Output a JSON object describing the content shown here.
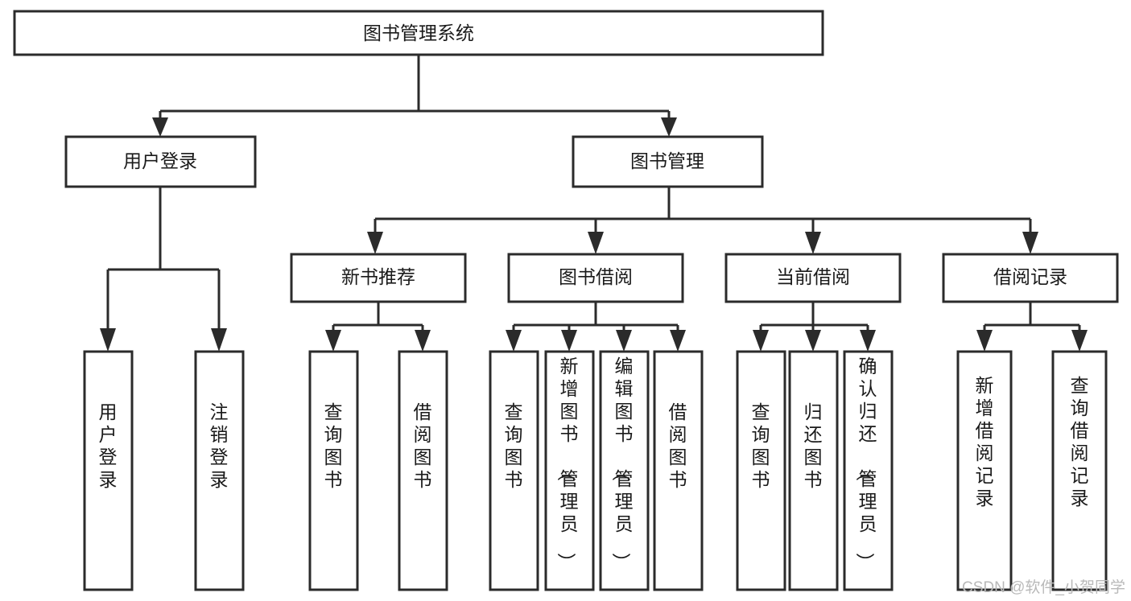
{
  "diagram": {
    "type": "function-structure-tree",
    "title": "图书管理系统",
    "root": {
      "id": "root",
      "label": "图书管理系统"
    },
    "level2": [
      {
        "id": "user-login",
        "label": "用户登录"
      },
      {
        "id": "book-manage",
        "label": "图书管理"
      }
    ],
    "level3": [
      {
        "id": "new-book-rec",
        "label": "新书推荐",
        "parent": "book-manage"
      },
      {
        "id": "book-borrow",
        "label": "图书借阅",
        "parent": "book-manage"
      },
      {
        "id": "current-borrow",
        "label": "当前借阅",
        "parent": "book-manage"
      },
      {
        "id": "borrow-record",
        "label": "借阅记录",
        "parent": "book-manage"
      }
    ],
    "leaves": [
      {
        "id": "leaf-user-login",
        "label": "用户登录",
        "parent": "user-login"
      },
      {
        "id": "leaf-logout-login",
        "label": "注销登录",
        "parent": "user-login"
      },
      {
        "id": "leaf-query-book-1",
        "label": "查询图书",
        "parent": "new-book-rec"
      },
      {
        "id": "leaf-borrow-book-1",
        "label": "借阅图书",
        "parent": "new-book-rec"
      },
      {
        "id": "leaf-query-book-2",
        "label": "查询图书",
        "parent": "book-borrow"
      },
      {
        "id": "leaf-add-book",
        "label": "新增图书（管理员）",
        "parent": "book-borrow"
      },
      {
        "id": "leaf-edit-book",
        "label": "编辑图书（管理员）",
        "parent": "book-borrow"
      },
      {
        "id": "leaf-borrow-book-2",
        "label": "借阅图书",
        "parent": "book-borrow"
      },
      {
        "id": "leaf-query-book-3",
        "label": "查询图书",
        "parent": "current-borrow"
      },
      {
        "id": "leaf-return-book",
        "label": "归还图书",
        "parent": "current-borrow"
      },
      {
        "id": "leaf-confirm-return",
        "label": "确认归还（管理员）",
        "parent": "current-borrow"
      },
      {
        "id": "leaf-add-record",
        "label": "新增借阅记录",
        "parent": "borrow-record"
      },
      {
        "id": "leaf-query-record",
        "label": "查询借阅记录",
        "parent": "borrow-record"
      }
    ]
  },
  "watermark": {
    "text": "CSDN @软件_小贺同学"
  },
  "colors": {
    "box_stroke": "#2b2b2b",
    "box_fill": "#ffffff",
    "text": "#1a1a1a",
    "watermark": "#b9b9b9",
    "background": "#ffffff"
  }
}
